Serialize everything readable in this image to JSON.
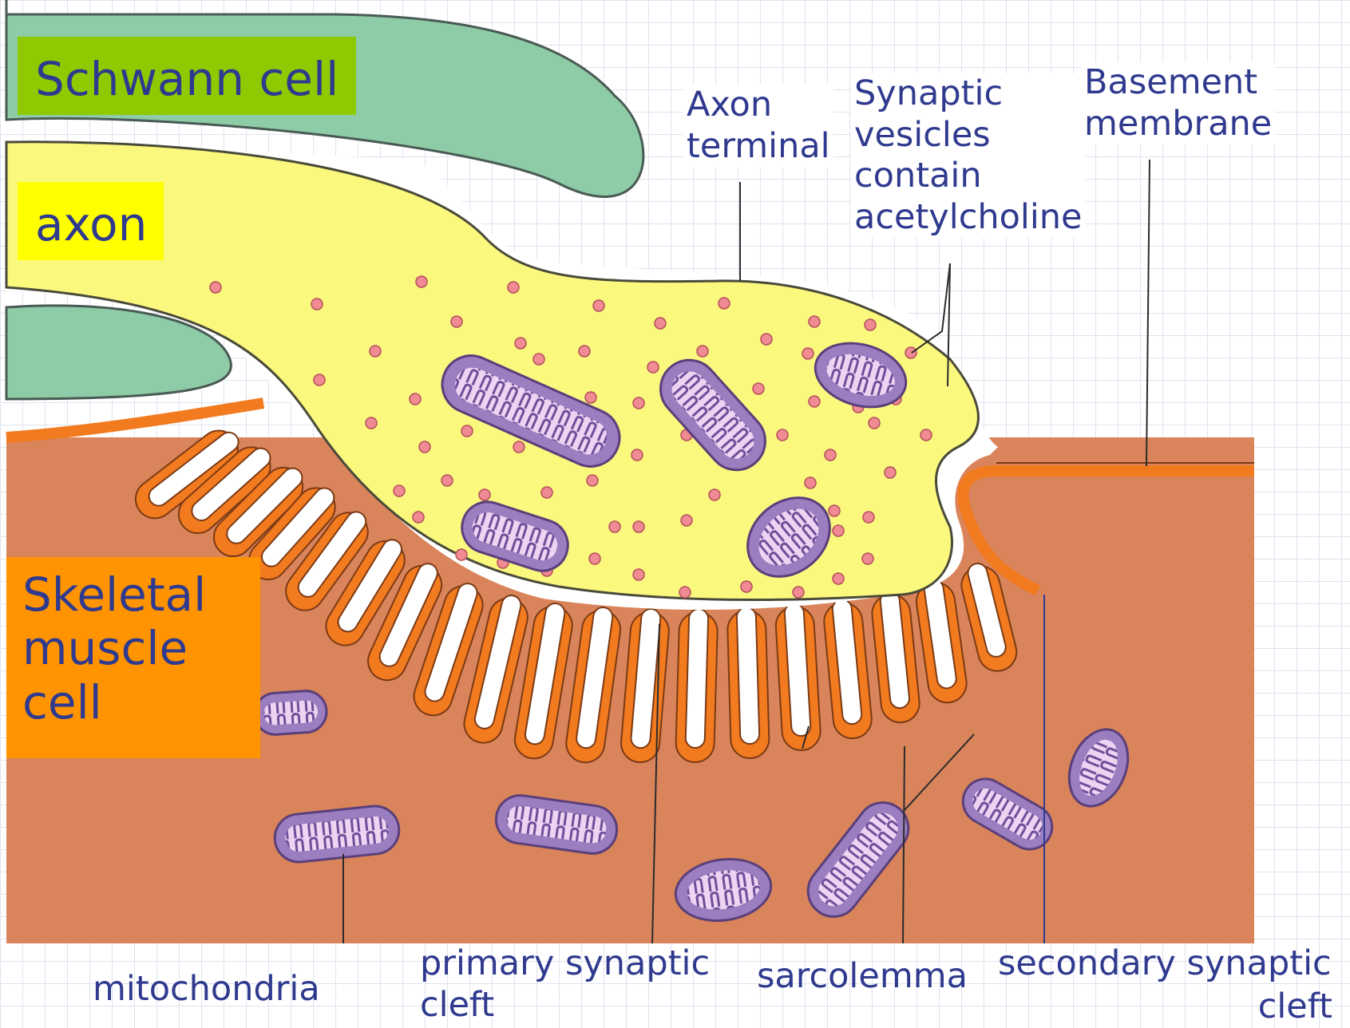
{
  "colors": {
    "schwann_fill": "#8dcca6",
    "axon_fill": "#fbf87e",
    "muscle_fill": "#d9845b",
    "membrane_orange": "#f27a1f",
    "membrane_dark": "#7b3a15",
    "vesicle_fill": "#f08a93",
    "mitochondria_fill": "#9a7ec0",
    "mitochondria_inner": "#ecd4f2",
    "label_text": "#2f3a8f",
    "schwann_label_bg": "#8fca00",
    "axon_label_bg": "#ffff00",
    "muscle_label_bg": "#ff9400"
  },
  "labels": {
    "schwann_cell": "Schwann cell",
    "axon": "axon",
    "skeletal_muscle_cell": "Skeletal\nmuscle\ncell",
    "axon_terminal": "Axon\nterminal",
    "synaptic_vesicles": "Synaptic\nvesicles\ncontain\nacetylcholine",
    "basement_membrane": "Basement\nmembrane",
    "mitochondria": "mitochondria",
    "primary_synaptic_cleft": "primary synaptic\ncleft",
    "sarcolemma": "sarcolemma",
    "secondary_synaptic_cleft_line1": "secondary synaptic",
    "secondary_synaptic_cleft_line2": "cleft"
  }
}
